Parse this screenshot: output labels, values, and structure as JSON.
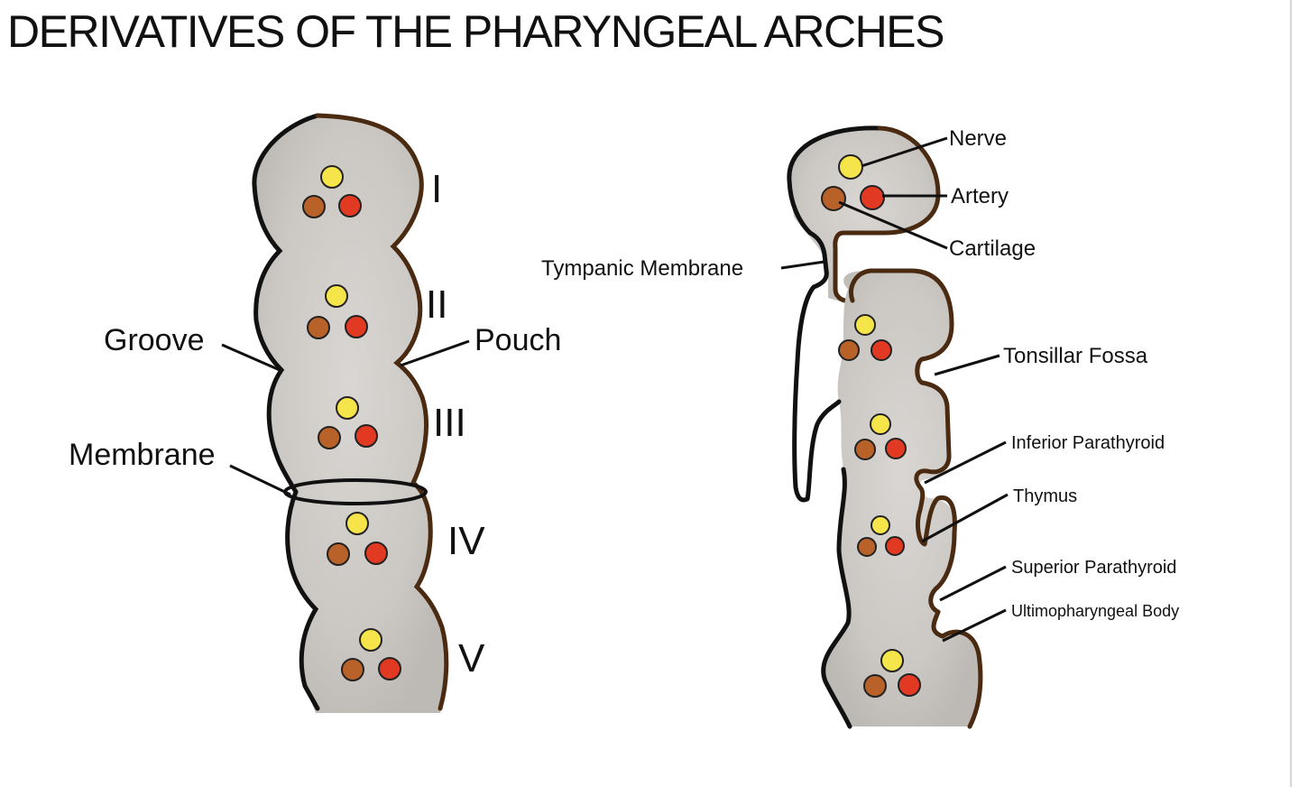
{
  "title": "DERIVATIVES OF THE PHARYNGEAL ARCHES",
  "colors": {
    "tissue": "#cfccc8",
    "groove_outline": "#111111",
    "pouch_outline": "#4a2a10",
    "nerve": "#f5e44a",
    "artery": "#e23a22",
    "cartilage": "#b8622a"
  },
  "left_diagram": {
    "arches": [
      "I",
      "II",
      "III",
      "IV",
      "V"
    ],
    "labels": {
      "groove": "Groove",
      "pouch": "Pouch",
      "membrane": "Membrane"
    }
  },
  "right_diagram": {
    "labels": {
      "nerve": "Nerve",
      "artery": "Artery",
      "cartilage": "Cartilage",
      "tympanic_membrane": "Tympanic Membrane",
      "tonsillar_fossa": "Tonsillar Fossa",
      "inferior_parathyroid": "Inferior Parathyroid",
      "thymus": "Thymus",
      "superior_parathyroid": "Superior Parathyroid",
      "ultimopharyngeal_body": "Ultimopharyngeal Body"
    }
  }
}
